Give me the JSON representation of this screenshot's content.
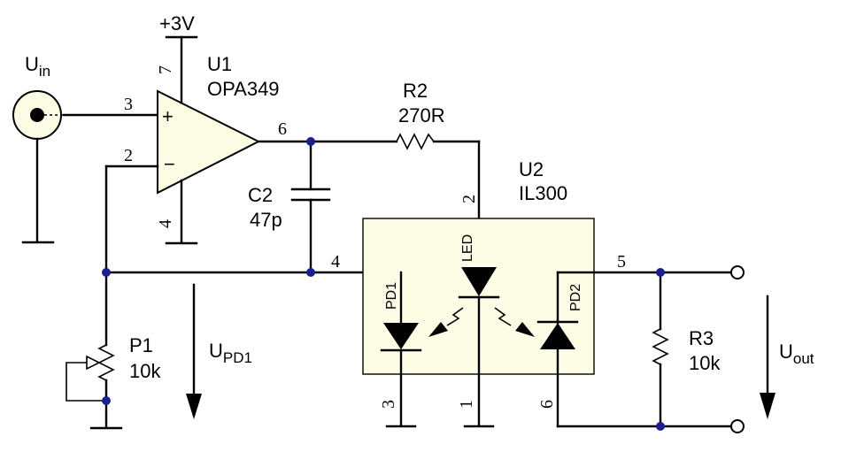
{
  "supply": "+3V",
  "u1": {
    "ref": "U1",
    "part": "OPA349"
  },
  "u2": {
    "ref": "U2",
    "part": "IL300"
  },
  "r2": {
    "ref": "R2",
    "value": "270R"
  },
  "r3": {
    "ref": "R3",
    "value": "10k"
  },
  "c2": {
    "ref": "C2",
    "value": "47p"
  },
  "p1": {
    "ref": "P1",
    "value": "10k"
  },
  "uin": {
    "main": "U",
    "sub": "in"
  },
  "upd1": {
    "main": "U",
    "sub": "PD1"
  },
  "uout": {
    "main": "U",
    "sub": "out"
  },
  "opamp": {
    "plus": "+",
    "minus": "−"
  },
  "pins": {
    "u1_in_plus": "3",
    "u1_in_minus": "2",
    "u1_out": "6",
    "u1_vcc": "7",
    "u1_gnd": "4",
    "u2_led_anode": "2",
    "u2_pd1": "4",
    "u2_pd2": "5",
    "u2_pd1_k": "3",
    "u2_led_k": "1",
    "u2_pd2_k": "6"
  },
  "diodes": {
    "pd1": "PD1",
    "led": "LED",
    "pd2": "PD2"
  },
  "colors": {
    "ic_fill": "#fdfde6",
    "node": "#1b1f8f",
    "wire": "#000000"
  }
}
